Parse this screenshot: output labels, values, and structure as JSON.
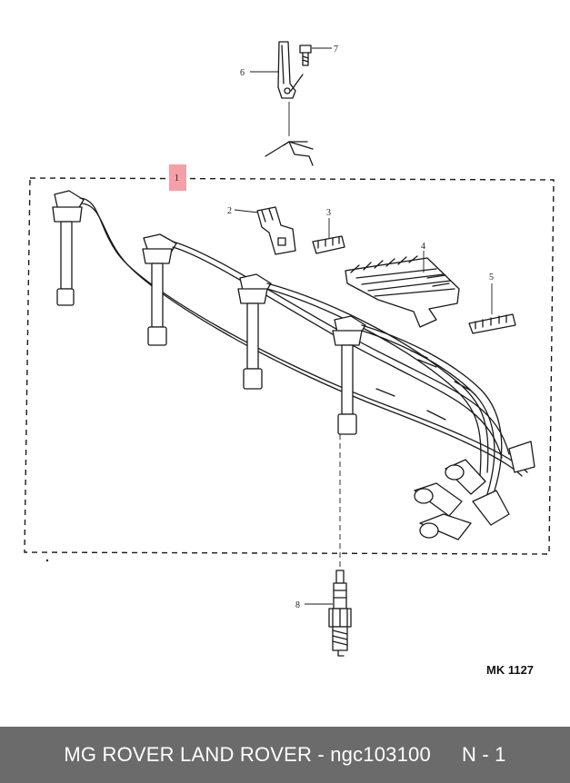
{
  "diagram": {
    "reference_code": "MK 1127",
    "highlight_color": "#f4a0a6",
    "callouts": [
      {
        "id": "1",
        "text": "1"
      },
      {
        "id": "2",
        "text": "2"
      },
      {
        "id": "3",
        "text": "3"
      },
      {
        "id": "4",
        "text": "4"
      },
      {
        "id": "5",
        "text": "5"
      },
      {
        "id": "6",
        "text": "6"
      },
      {
        "id": "7",
        "text": "7"
      },
      {
        "id": "8",
        "text": "8"
      }
    ]
  },
  "footer": {
    "title": "MG ROVER LAND ROVER - ngc103100",
    "page": "N - 1",
    "background": "#6b6b6b"
  }
}
